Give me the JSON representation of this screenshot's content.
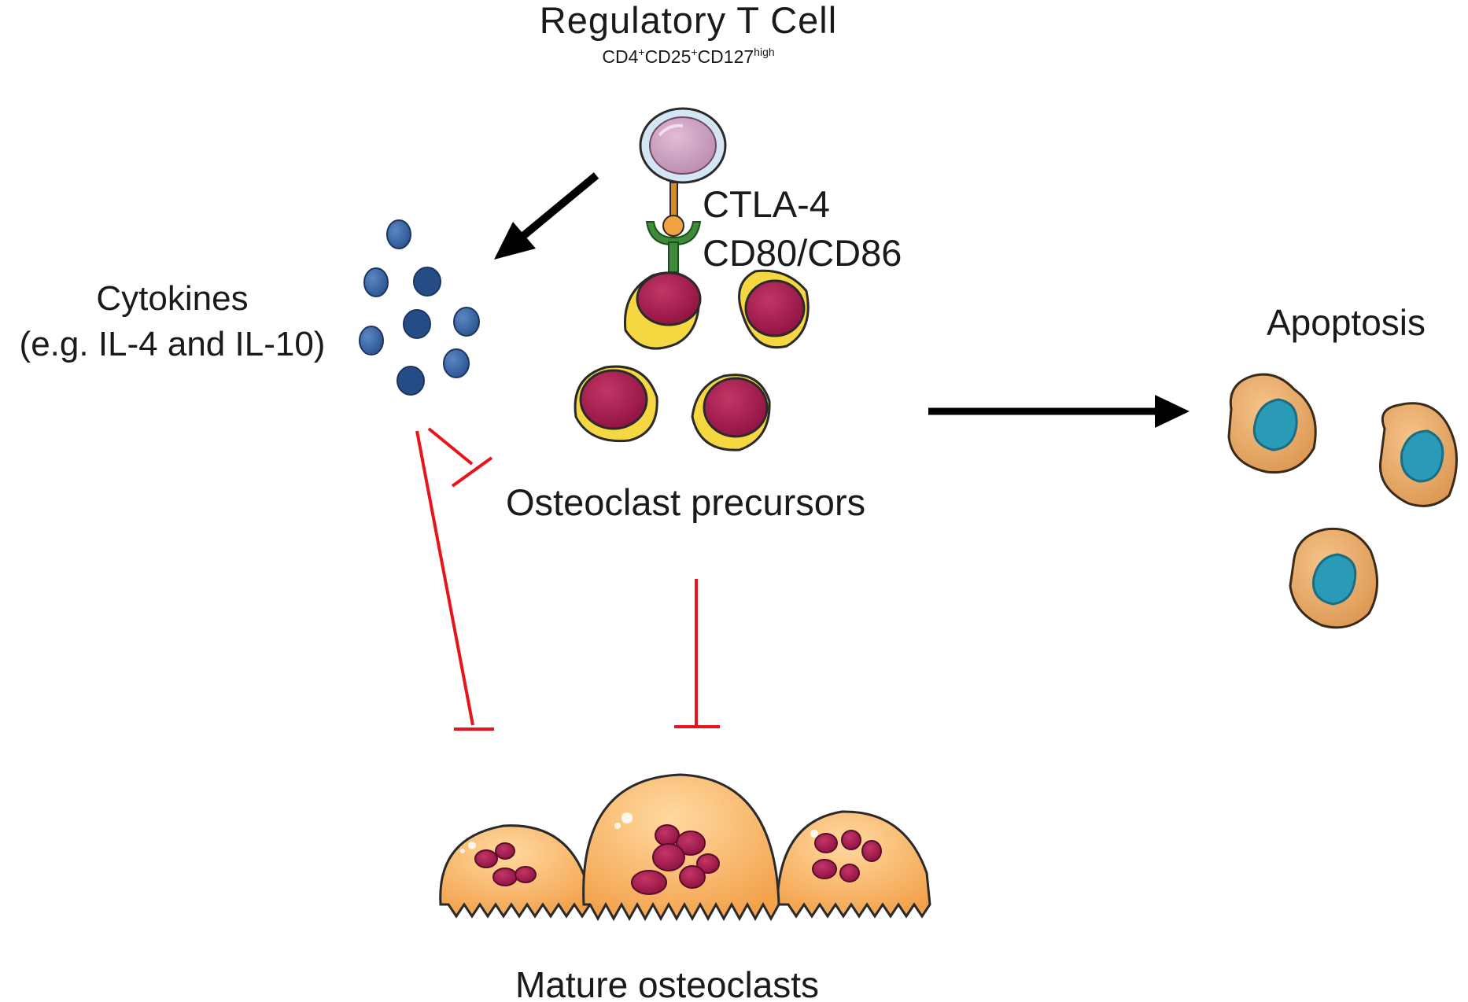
{
  "labels": {
    "treg_title": "Regulatory T Cell",
    "treg_markers": {
      "cd4": "CD4",
      "cd4_sup": "+",
      "cd25": "CD25",
      "cd25_sup": "+",
      "cd127": "CD127",
      "cd127_sup": "high"
    },
    "ctla4": "CTLA-4",
    "cd80_cd86": "CD80/CD86",
    "cytokines_line1": "Cytokines",
    "cytokines_line2": "(e.g. IL-4 and IL-10)",
    "osteoclast_precursors": "Osteoclast precursors",
    "apoptosis": "Apoptosis",
    "mature_osteoclasts": "Mature osteoclasts"
  },
  "colors": {
    "arrow": "#000000",
    "inhibition": "#e8141b",
    "cytokine": "#3b68a8",
    "precursor_body": "#f5d742",
    "precursor_nucleus": "#a3174a",
    "apoptotic_body": "#e8a867",
    "apoptotic_nucleus": "#2a9bb7",
    "osteoclast_body": "#f6b25e",
    "osteoclast_nucleus": "#a3174a",
    "tcell_body": "#cfa4c2",
    "tcell_ring": "#d4e6f3",
    "ctla4_stem": "#d98a22",
    "cd80_receptor": "#3e8a3a"
  }
}
